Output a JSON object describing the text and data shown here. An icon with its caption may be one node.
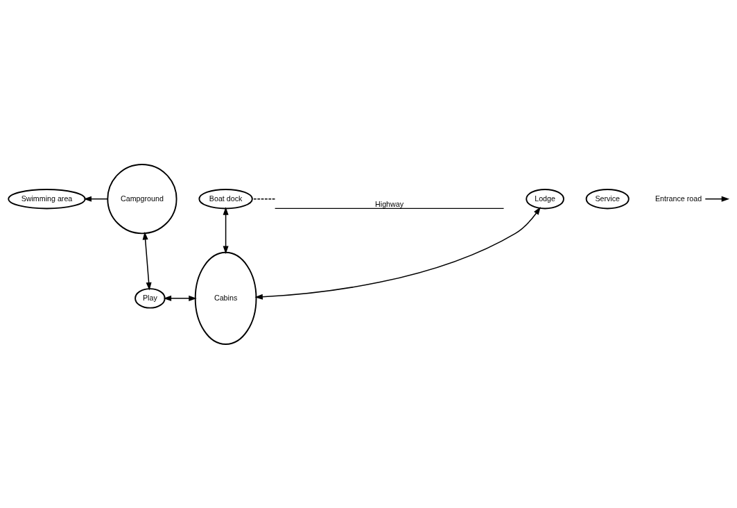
{
  "diagram": {
    "nodes": [
      {
        "text": [
          "Swimming area"
        ]
      },
      {
        "text": [
          "Boat dock"
        ]
      },
      {
        "text": [
          "Service"
        ]
      },
      {
        "text": [
          "Lodge"
        ]
      },
      {
        "text": [
          "Campground"
        ]
      },
      {
        "text": [
          "Play"
        ]
      },
      {
        "text": [
          "Cabins"
        ]
      },
      {
        "text": [
          "Entrance road"
        ]
      },
      {
        "text": [
          "Highway"
        ]
      }
    ],
    "edges": [
      {
        "from": 4,
        "to": 0,
        "arrow": "to"
      },
      {
        "from": 4,
        "to": 5,
        "arrow": "both"
      },
      {
        "from": 5,
        "to": 6,
        "arrow": "both"
      },
      {
        "from": 3,
        "to": 6,
        "arrow": "both"
      },
      {
        "from": 1,
        "to": 6,
        "arrow": "both"
      },
      {
        "from": 8,
        "to": 1,
        "arrow": "none",
        "style": "dashed"
      },
      {
        "from": 7,
        "to": null,
        "arrow": "to"
      }
    ]
  }
}
